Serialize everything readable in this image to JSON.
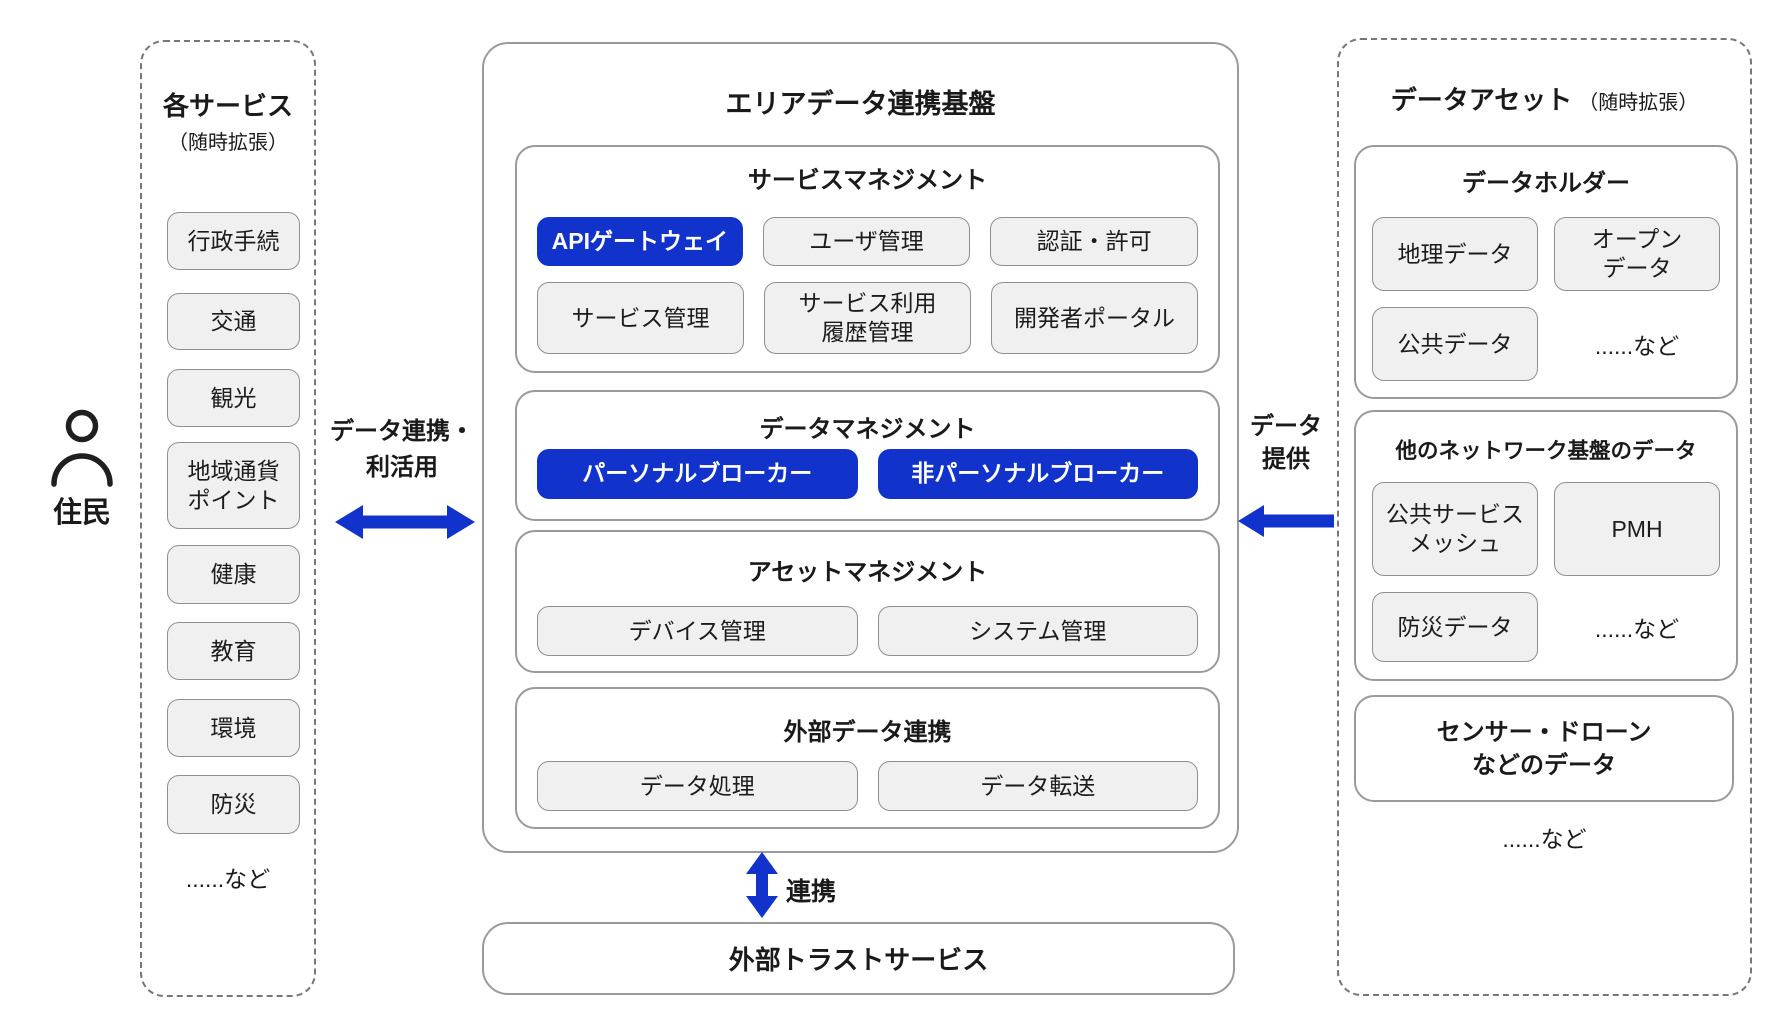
{
  "colors": {
    "accent_blue": "#1133cc",
    "chip_background": "#f0f0f0",
    "border_gray": "#9a9a9a"
  },
  "resident": {
    "label": "住民"
  },
  "services": {
    "title": "各サービス",
    "subtitle": "（随時拡張）",
    "items": [
      "行政手続",
      "交通",
      "観光",
      "地域通貨\nポイント",
      "健康",
      "教育",
      "環境",
      "防災"
    ],
    "etc": "......など"
  },
  "arrows": {
    "data_use_label": "データ連携・\n利活用",
    "data_provide_label": "データ\n提供",
    "renkei_label": "連携"
  },
  "platform": {
    "title": "エリアデータ連携基盤",
    "service_mgmt": {
      "title": "サービスマネジメント",
      "row1": [
        "APIゲートウェイ",
        "ユーザ管理",
        "認証・許可"
      ],
      "row2": [
        "サービス管理",
        "サービス利用\n履歴管理",
        "開発者ポータル"
      ]
    },
    "data_mgmt": {
      "title": "データマネジメント",
      "buttons": [
        "パーソナルブローカー",
        "非パーソナルブローカー"
      ]
    },
    "asset_mgmt": {
      "title": "アセットマネジメント",
      "buttons": [
        "デバイス管理",
        "システム管理"
      ]
    },
    "ext_data": {
      "title": "外部データ連携",
      "buttons": [
        "データ処理",
        "データ転送"
      ]
    }
  },
  "trust": {
    "label": "外部トラストサービス"
  },
  "assets": {
    "title": "データアセット",
    "subtitle": "（随時拡張）",
    "holder": {
      "title": "データホルダー",
      "buttons": [
        "地理データ",
        "オープン\nデータ",
        "公共データ"
      ],
      "etc": "......など"
    },
    "network": {
      "title": "他のネットワーク基盤のデータ",
      "buttons": [
        "公共サービス\nメッシュ",
        "PMH",
        "防災データ"
      ],
      "etc": "......など"
    },
    "sensor": {
      "label": "センサー・ドローン\nなどのデータ"
    },
    "etc": "......など"
  }
}
